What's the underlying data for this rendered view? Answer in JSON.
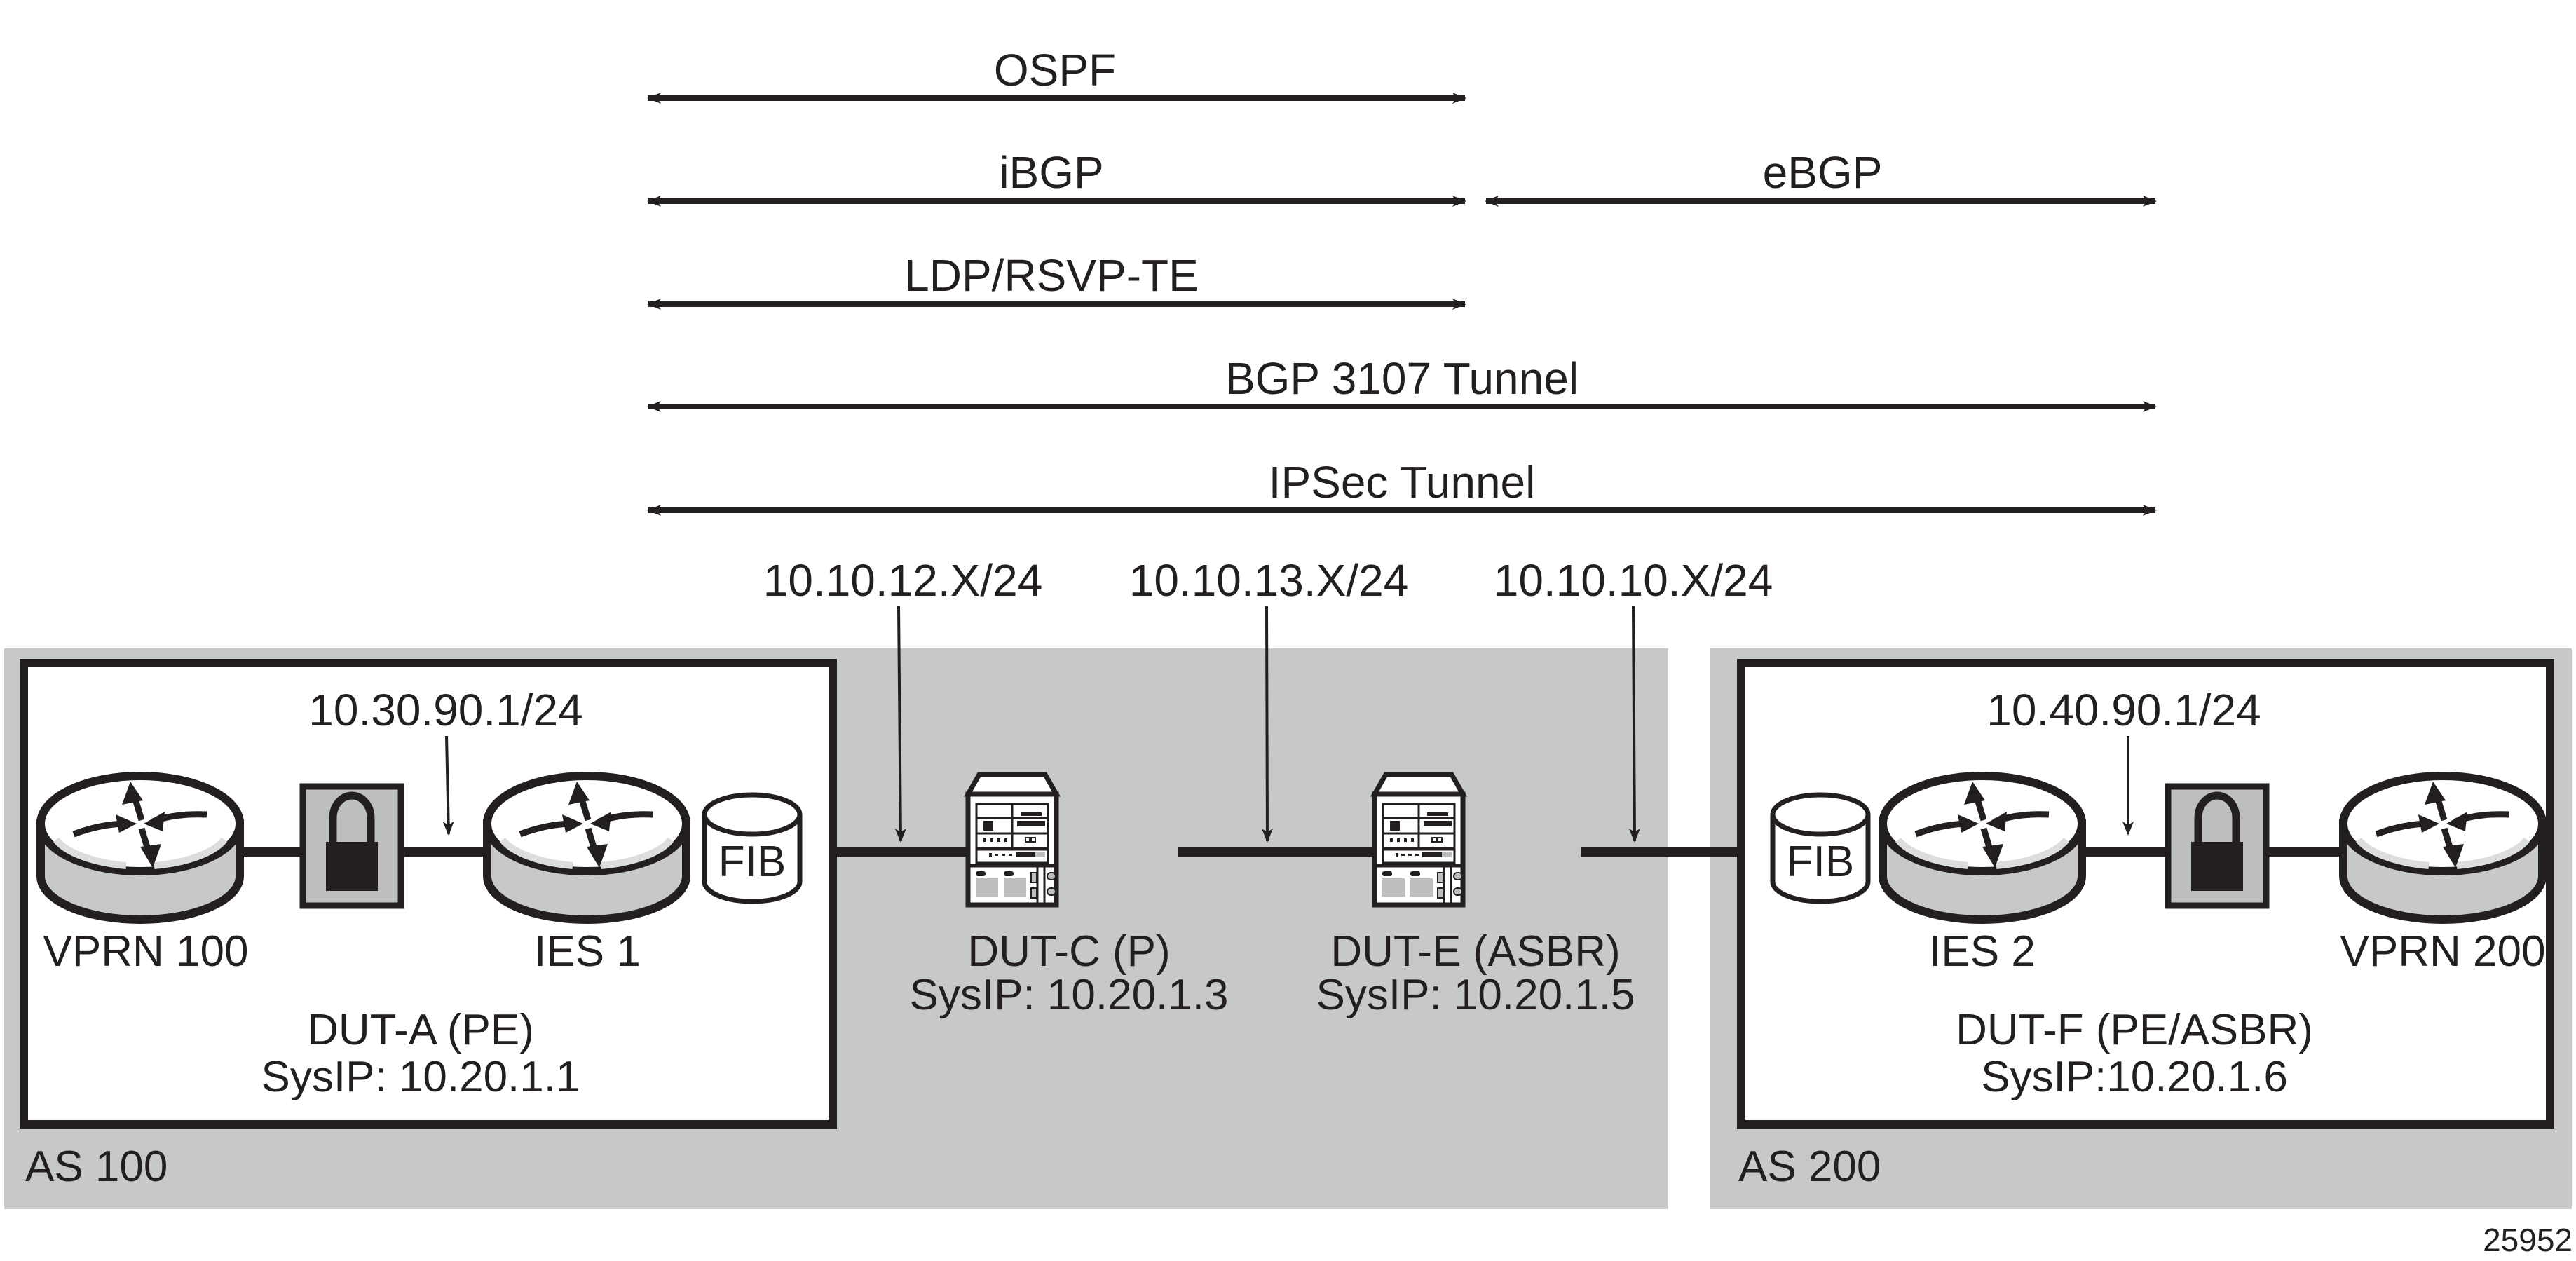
{
  "diagram": {
    "colors": {
      "ink": "#231f20",
      "as_region": "#c7c8ca",
      "router_side": "#c7c8ca",
      "router_top_highlight": "#dcddde",
      "lock_box": "#bcbec0",
      "white": "#ffffff"
    },
    "protocols": [
      {
        "id": "ospf",
        "label": "OSPF",
        "from": "DUT-A",
        "to": "DUT-E"
      },
      {
        "id": "ibgp",
        "label": "iBGP",
        "from": "DUT-A",
        "to": "DUT-E"
      },
      {
        "id": "ebgp",
        "label": "eBGP",
        "from": "DUT-E",
        "to": "DUT-F"
      },
      {
        "id": "ldp",
        "label": "LDP/RSVP-TE",
        "from": "DUT-A",
        "to": "DUT-E"
      },
      {
        "id": "bgp3107",
        "label": "BGP 3107 Tunnel",
        "from": "DUT-A",
        "to": "DUT-F"
      },
      {
        "id": "ipsec",
        "label": "IPSec Tunnel",
        "from": "DUT-A",
        "to": "DUT-F"
      }
    ],
    "subnets": [
      {
        "label": "10.10.12.X/24",
        "link": "DUT-A — DUT-C"
      },
      {
        "label": "10.10.13.X/24",
        "link": "DUT-C — DUT-E"
      },
      {
        "label": "10.10.10.X/24",
        "link": "DUT-E — DUT-F"
      }
    ],
    "autonomous_systems": [
      {
        "label": "AS 100"
      },
      {
        "label": "AS 200"
      }
    ],
    "dut_a": {
      "name": "DUT-A (PE)",
      "sysip": "SysIP: 10.20.1.1",
      "vprn": "VPRN 100",
      "ies": "IES 1",
      "fib": "FIB",
      "interface": "10.30.90.1/24"
    },
    "dut_c": {
      "name": "DUT-C (P)",
      "sysip": "SysIP: 10.20.1.3"
    },
    "dut_e": {
      "name": "DUT-E (ASBR)",
      "sysip": "SysIP: 10.20.1.5"
    },
    "dut_f": {
      "name": "DUT-F (PE/ASBR)",
      "sysip": "SysIP:10.20.1.6",
      "vprn": "VPRN 200",
      "ies": "IES 2",
      "fib": "FIB",
      "interface": "10.40.90.1/24"
    },
    "figure_id": "25952"
  }
}
